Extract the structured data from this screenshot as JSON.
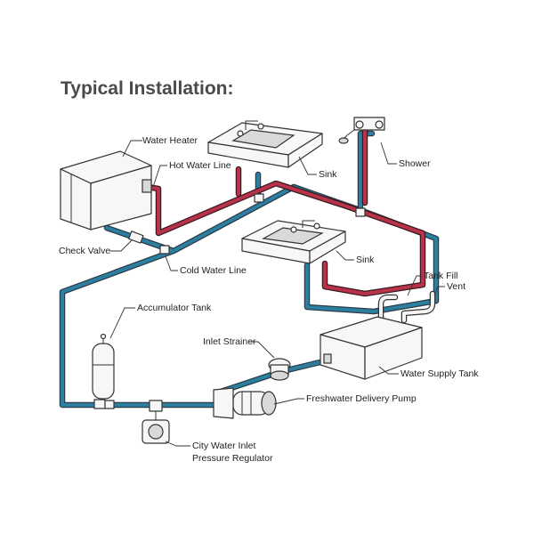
{
  "title": "Typical Installation:",
  "labels": {
    "water_heater": "Water Heater",
    "hot_water_line": "Hot Water Line",
    "sink_upper": "Sink",
    "shower": "Shower",
    "sink_lower": "Sink",
    "check_valve": "Check Valve",
    "cold_water_line": "Cold Water Line",
    "tank_fill": "Tank Fill",
    "vent": "Vent",
    "accumulator_tank": "Accumulator Tank",
    "inlet_strainer": "Inlet Strainer",
    "water_supply_tank": "Water Supply Tank",
    "freshwater_delivery_pump": "Freshwater Delivery Pump",
    "city_water_inlet": "City Water Inlet",
    "pressure_regulator": "Pressure Regulator"
  },
  "colors": {
    "cold_line": "#2d7fa0",
    "hot_line": "#b8324a",
    "title": "#4a4a4a"
  }
}
